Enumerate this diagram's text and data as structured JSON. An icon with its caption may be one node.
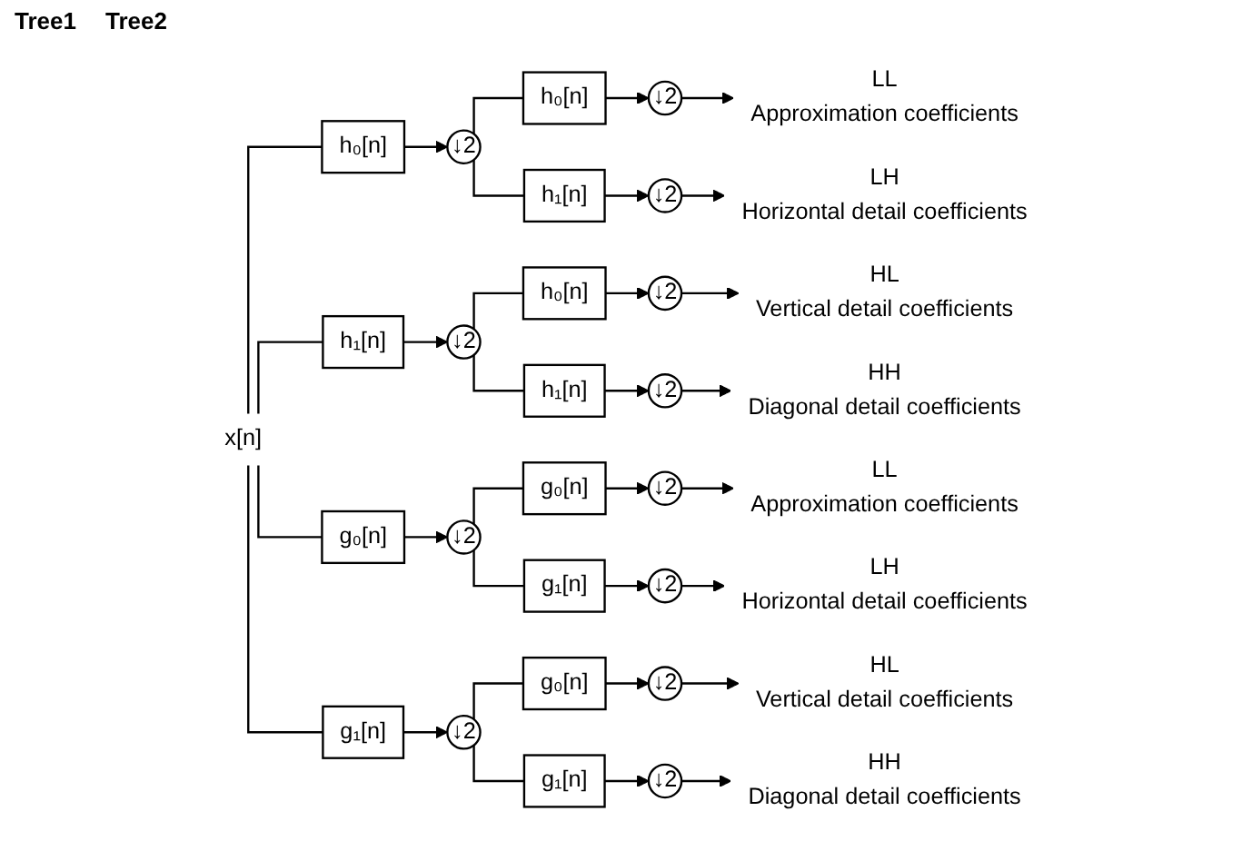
{
  "diagram": {
    "nodes": [
      {
        "text": [
          "x[n]"
        ]
      },
      {
        "text": [
          "h₀[n]"
        ]
      },
      {
        "text": [
          "↓2"
        ]
      },
      {
        "text": [
          "h₀[n]"
        ]
      },
      {
        "text": [
          "↓2"
        ]
      },
      {
        "text": [
          "LL",
          "Approximation coefficients"
        ]
      },
      {
        "text": [
          "h₁[n]"
        ]
      },
      {
        "text": [
          "↓2"
        ]
      },
      {
        "text": [
          "LH",
          "Horizontal detail coefficients"
        ]
      },
      {
        "text": [
          "h₁[n]"
        ]
      },
      {
        "text": [
          "↓2"
        ]
      },
      {
        "text": [
          "h₀[n]"
        ]
      },
      {
        "text": [
          "↓2"
        ]
      },
      {
        "text": [
          "HL",
          "Vertical detail coefficients"
        ]
      },
      {
        "text": [
          "h₁[n]"
        ]
      },
      {
        "text": [
          "↓2"
        ]
      },
      {
        "text": [
          "HH",
          "Diagonal detail coefficients"
        ]
      },
      {
        "text": [
          "g₀[n]"
        ]
      },
      {
        "text": [
          "↓2"
        ]
      },
      {
        "text": [
          "g₀[n]"
        ]
      },
      {
        "text": [
          "↓2"
        ]
      },
      {
        "text": [
          "LL",
          "Approximation coefficients"
        ]
      },
      {
        "text": [
          "g₁[n]"
        ]
      },
      {
        "text": [
          "↓2"
        ]
      },
      {
        "text": [
          "LH",
          "Horizontal detail coefficients"
        ]
      },
      {
        "text": [
          "g₁[n]"
        ]
      },
      {
        "text": [
          "↓2"
        ]
      },
      {
        "text": [
          "g₀[n]"
        ]
      },
      {
        "text": [
          "↓2"
        ]
      },
      {
        "text": [
          "HL",
          "Vertical detail coefficients"
        ]
      },
      {
        "text": [
          "g₁[n]"
        ]
      },
      {
        "text": [
          "↓2"
        ]
      },
      {
        "text": [
          "HH",
          "Diagonal detail coefficients"
        ]
      }
    ],
    "edges": [
      {
        "from": 0,
        "to": 1,
        "arrow": "none"
      },
      {
        "from": 0,
        "to": 9,
        "arrow": "none"
      },
      {
        "from": 0,
        "to": 17,
        "arrow": "none"
      },
      {
        "from": 0,
        "to": 25,
        "arrow": "none"
      },
      {
        "from": 1,
        "to": 2,
        "arrow": "to"
      },
      {
        "from": 2,
        "to": 3,
        "arrow": "none"
      },
      {
        "from": 2,
        "to": 6,
        "arrow": "none"
      },
      {
        "from": 3,
        "to": 4,
        "arrow": "to"
      },
      {
        "from": 4,
        "to": 5,
        "arrow": "to"
      },
      {
        "from": 6,
        "to": 7,
        "arrow": "to"
      },
      {
        "from": 7,
        "to": 8,
        "arrow": "to"
      },
      {
        "from": 9,
        "to": 10,
        "arrow": "to"
      },
      {
        "from": 10,
        "to": 11,
        "arrow": "none"
      },
      {
        "from": 10,
        "to": 14,
        "arrow": "none"
      },
      {
        "from": 11,
        "to": 12,
        "arrow": "to"
      },
      {
        "from": 12,
        "to": 13,
        "arrow": "to"
      },
      {
        "from": 14,
        "to": 15,
        "arrow": "to"
      },
      {
        "from": 15,
        "to": 16,
        "arrow": "to"
      },
      {
        "from": 17,
        "to": 18,
        "arrow": "to"
      },
      {
        "from": 18,
        "to": 19,
        "arrow": "none"
      },
      {
        "from": 18,
        "to": 22,
        "arrow": "none"
      },
      {
        "from": 19,
        "to": 20,
        "arrow": "to"
      },
      {
        "from": 20,
        "to": 21,
        "arrow": "to"
      },
      {
        "from": 22,
        "to": 23,
        "arrow": "to"
      },
      {
        "from": 23,
        "to": 24,
        "arrow": "to"
      },
      {
        "from": 25,
        "to": 26,
        "arrow": "to"
      },
      {
        "from": 26,
        "to": 27,
        "arrow": "none"
      },
      {
        "from": 26,
        "to": 30,
        "arrow": "none"
      },
      {
        "from": 27,
        "to": 28,
        "arrow": "to"
      },
      {
        "from": 28,
        "to": 29,
        "arrow": "to"
      },
      {
        "from": 30,
        "to": 31,
        "arrow": "to"
      },
      {
        "from": 31,
        "to": 32,
        "arrow": "to"
      }
    ],
    "labels": [
      "Tree1",
      "Tree2"
    ]
  }
}
